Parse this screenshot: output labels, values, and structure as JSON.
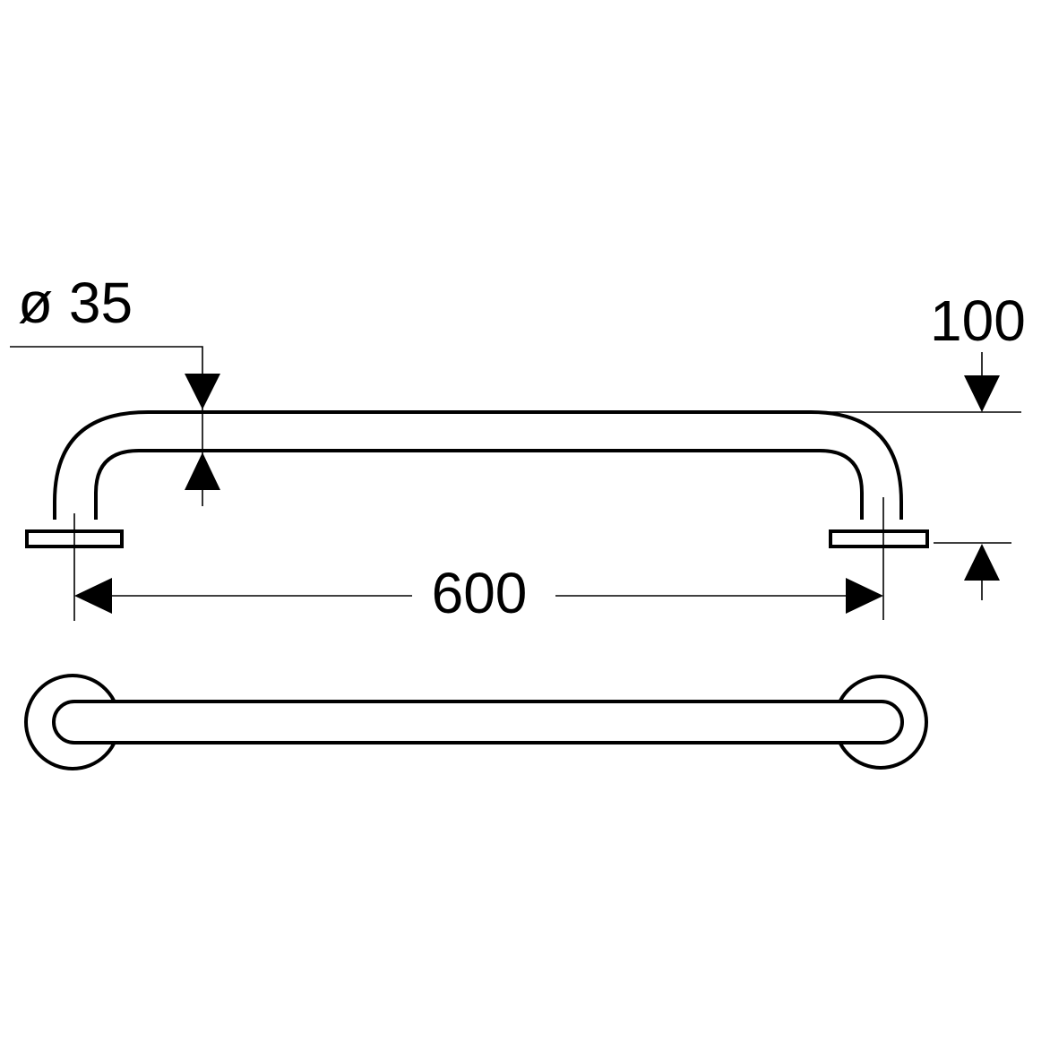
{
  "drawing": {
    "diameter_label": "ø 35",
    "projection_label": "100",
    "length_label": "600"
  },
  "colors": {
    "line": "#000000",
    "background": "#ffffff"
  }
}
